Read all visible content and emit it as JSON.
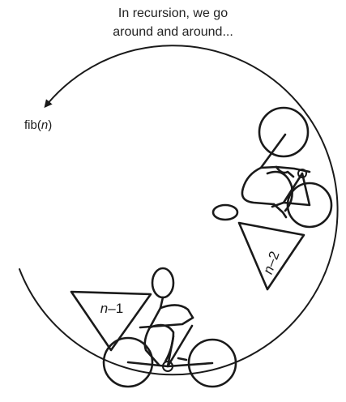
{
  "caption": {
    "line1": "In recursion, we go",
    "line2": "around and around..."
  },
  "labels": {
    "fib_prefix": "fib(",
    "fib_var": "n",
    "fib_suffix": ")",
    "tri1_var": "n",
    "tri1_suffix": "–1",
    "tri2_var": "n",
    "tri2_suffix": "–2"
  }
}
